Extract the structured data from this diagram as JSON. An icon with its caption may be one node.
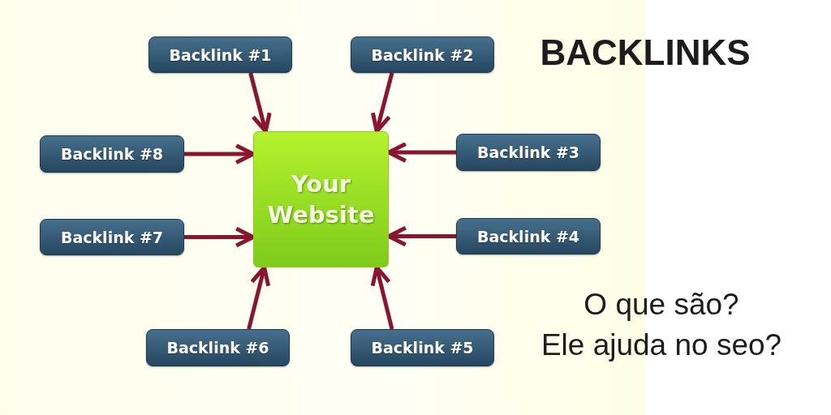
{
  "diagram": {
    "title": "BACKLINKS",
    "nodes": [
      {
        "text": [
          "Backlink #1"
        ]
      },
      {
        "text": [
          "Backlink #2"
        ]
      },
      {
        "text": [
          "Backlink #8"
        ]
      },
      {
        "text": [
          "Your Website"
        ]
      },
      {
        "text": [
          "Backlink #3"
        ]
      },
      {
        "text": [
          "Backlink #7"
        ]
      },
      {
        "text": [
          "Backlink #4"
        ]
      },
      {
        "text": [
          "Backlink #6"
        ]
      },
      {
        "text": [
          "Backlink #5"
        ]
      }
    ],
    "edges": [
      {
        "from": 0,
        "to": 3,
        "arrow": "to"
      },
      {
        "from": 1,
        "to": 3,
        "arrow": "to"
      },
      {
        "from": 2,
        "to": 3,
        "arrow": "to"
      },
      {
        "from": 4,
        "to": 3,
        "arrow": "to"
      },
      {
        "from": 5,
        "to": 3,
        "arrow": "to"
      },
      {
        "from": 6,
        "to": 3,
        "arrow": "to"
      },
      {
        "from": 7,
        "to": 3,
        "arrow": "to"
      },
      {
        "from": 8,
        "to": 3,
        "arrow": "to"
      }
    ],
    "labels": [
      "O que são?",
      "Ele ajuda no seo?"
    ]
  }
}
